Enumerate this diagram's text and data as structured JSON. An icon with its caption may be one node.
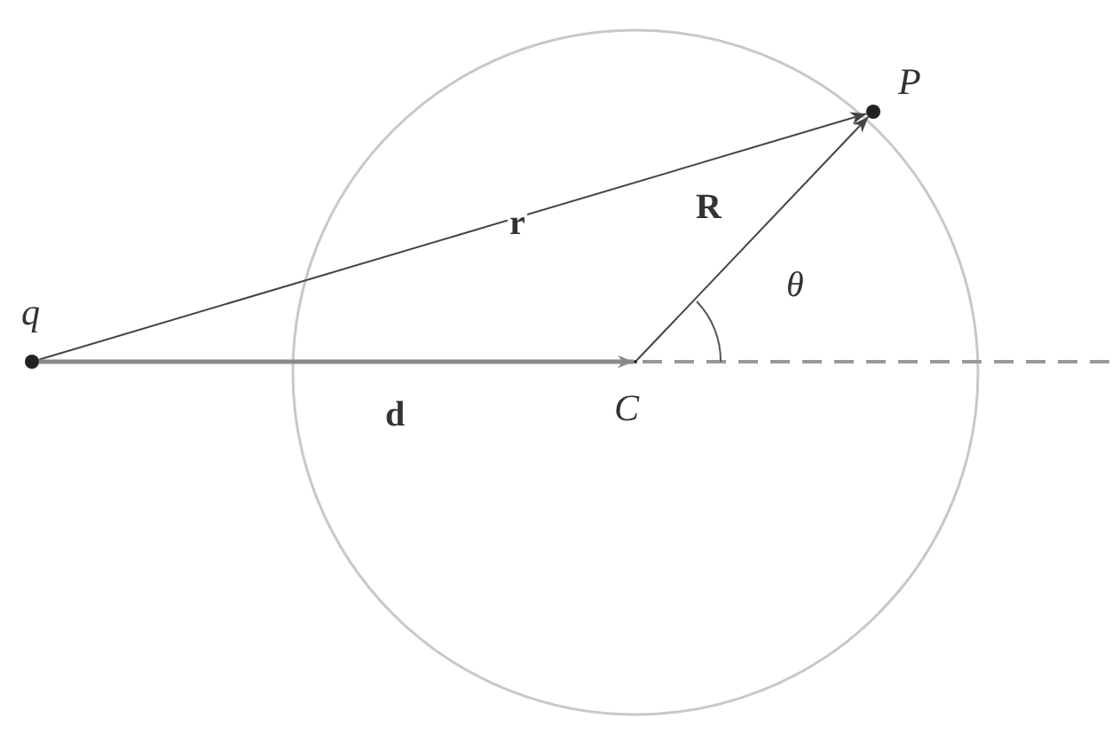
{
  "diagram": {
    "nodes": [
      {
        "text": [],
        "shape": "circle",
        "beside": [
          "q"
        ]
      },
      {
        "text": [],
        "shape": "circle",
        "beside": [
          "P"
        ]
      },
      {
        "text": [],
        "shape": "circle",
        "beside": [
          "C"
        ]
      }
    ],
    "edges": [
      {
        "from": 0,
        "to": 1,
        "arrow": "to",
        "label": "r"
      },
      {
        "from": 0,
        "to": 2,
        "arrow": "to",
        "label": "d",
        "color": "#8a8a8a",
        "style": "thick"
      },
      {
        "from": 2,
        "to": 1,
        "arrow": "to",
        "label": "R"
      }
    ],
    "labels": [
      "θ"
    ]
  }
}
